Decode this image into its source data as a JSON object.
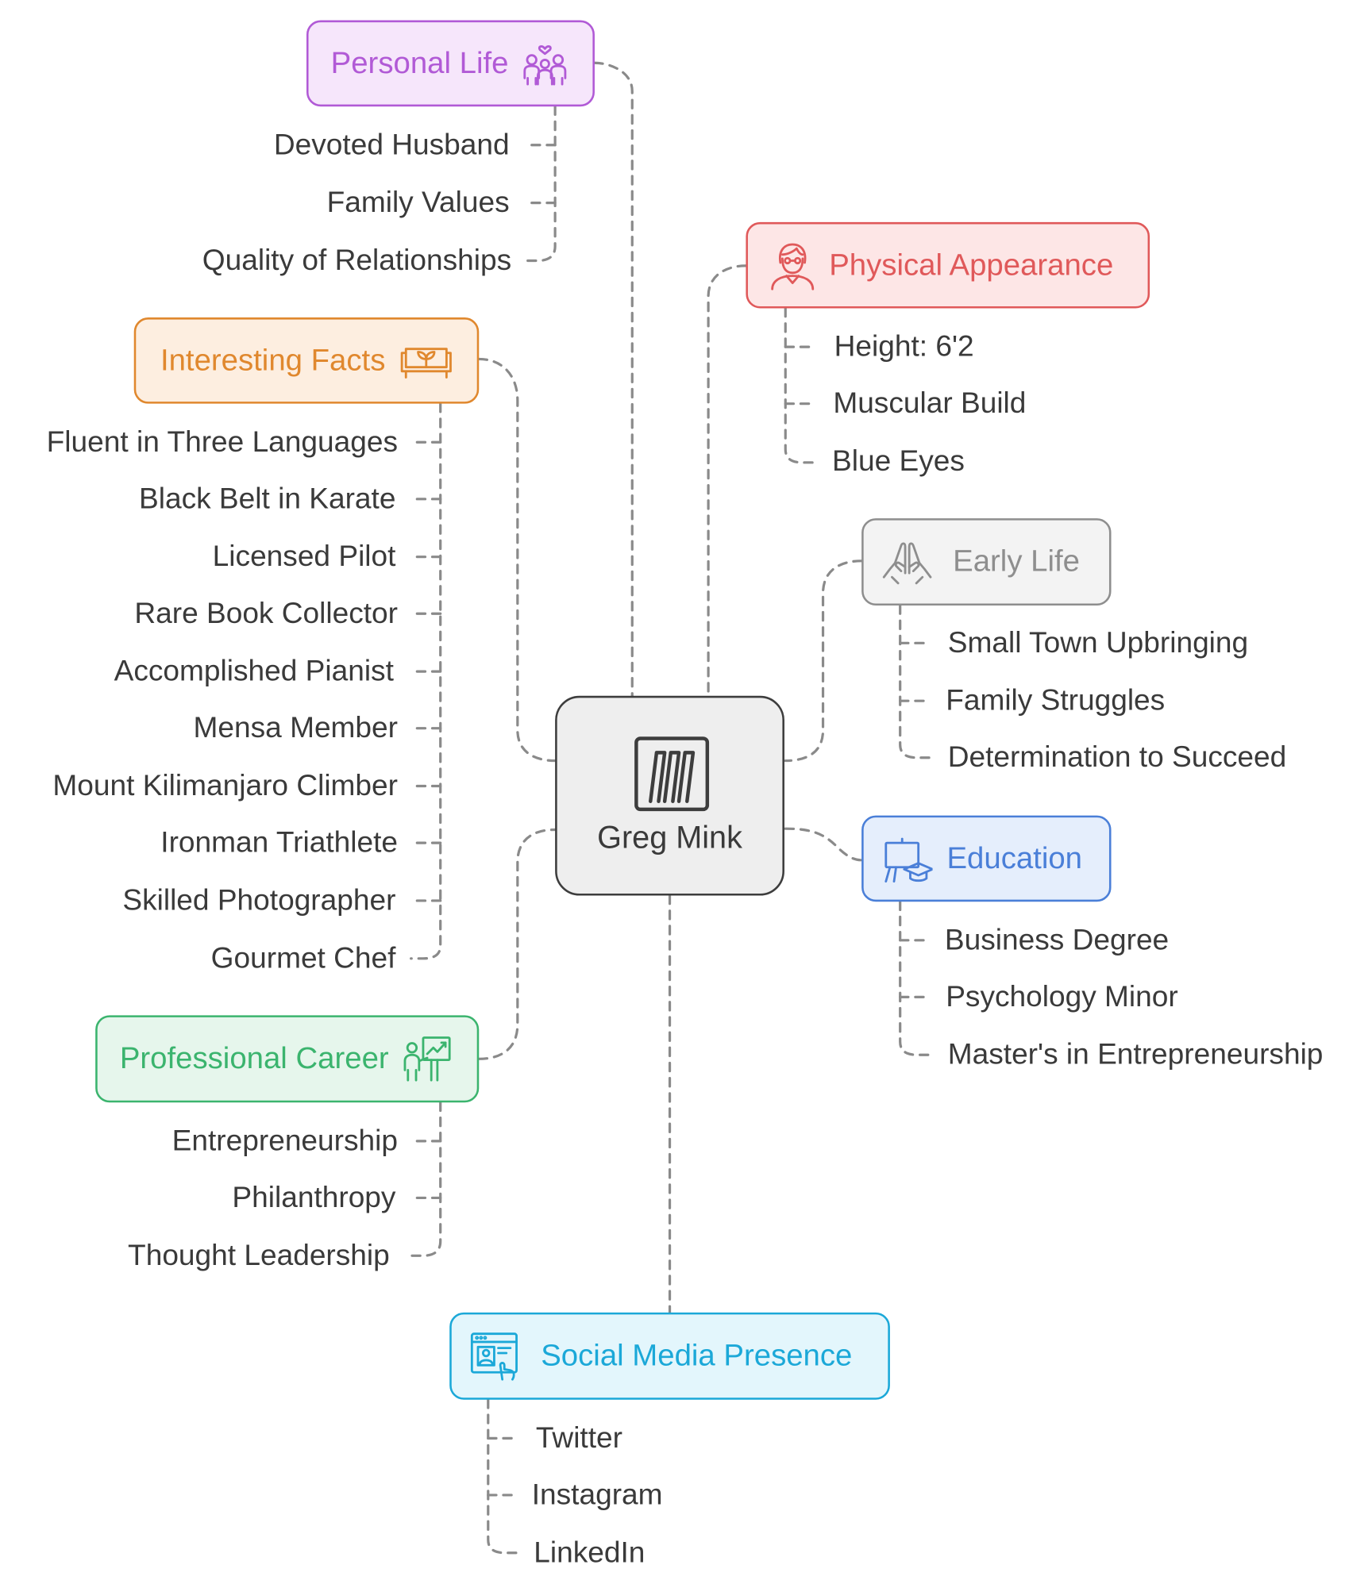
{
  "center": {
    "title": "Greg Mink",
    "icon": "logo-chevrons-icon"
  },
  "branches": {
    "personal_life": {
      "title": "Personal Life",
      "icon": "family-icon",
      "color": "#b15ad6",
      "fill": "#f6e6fb",
      "items": [
        "Devoted Husband",
        "Family Values",
        "Quality of Relationships"
      ]
    },
    "interesting_facts": {
      "title": "Interesting Facts",
      "icon": "sofa-sprout-icon",
      "color": "#e0882e",
      "fill": "#fdeee0",
      "items": [
        "Fluent in Three Languages",
        "Black Belt in Karate",
        "Licensed Pilot",
        "Rare Book Collector",
        "Accomplished Pianist",
        "Mensa Member",
        "Mount Kilimanjaro Climber",
        "Ironman Triathlete",
        "Skilled Photographer",
        "Gourmet Chef"
      ]
    },
    "professional_career": {
      "title": "Professional Career",
      "icon": "presenter-chart-icon",
      "color": "#3bb46e",
      "fill": "#e6f6ec",
      "items": [
        "Entrepreneurship",
        "Philanthropy",
        "Thought Leadership"
      ]
    },
    "physical_appearance": {
      "title": "Physical Appearance",
      "icon": "person-bust-icon",
      "color": "#e0595a",
      "fill": "#fde6e6",
      "items": [
        "Height: 6'2",
        "Muscular Build",
        "Blue Eyes"
      ]
    },
    "early_life": {
      "title": "Early Life",
      "icon": "praying-hands-icon",
      "color": "#8e8e8e",
      "fill": "#f3f3f3",
      "items": [
        "Small Town Upbringing",
        "Family Struggles",
        "Determination to Succeed"
      ]
    },
    "education": {
      "title": "Education",
      "icon": "graduation-easel-icon",
      "color": "#4a7fd8",
      "fill": "#e5eefc",
      "items": [
        "Business Degree",
        "Psychology Minor",
        "Master's in Entrepreneurship"
      ]
    },
    "social_media": {
      "title": "Social Media Presence",
      "icon": "browser-profile-icon",
      "color": "#1ba8d8",
      "fill": "#e3f6fc",
      "items": [
        "Twitter",
        "Instagram",
        "LinkedIn"
      ]
    }
  }
}
